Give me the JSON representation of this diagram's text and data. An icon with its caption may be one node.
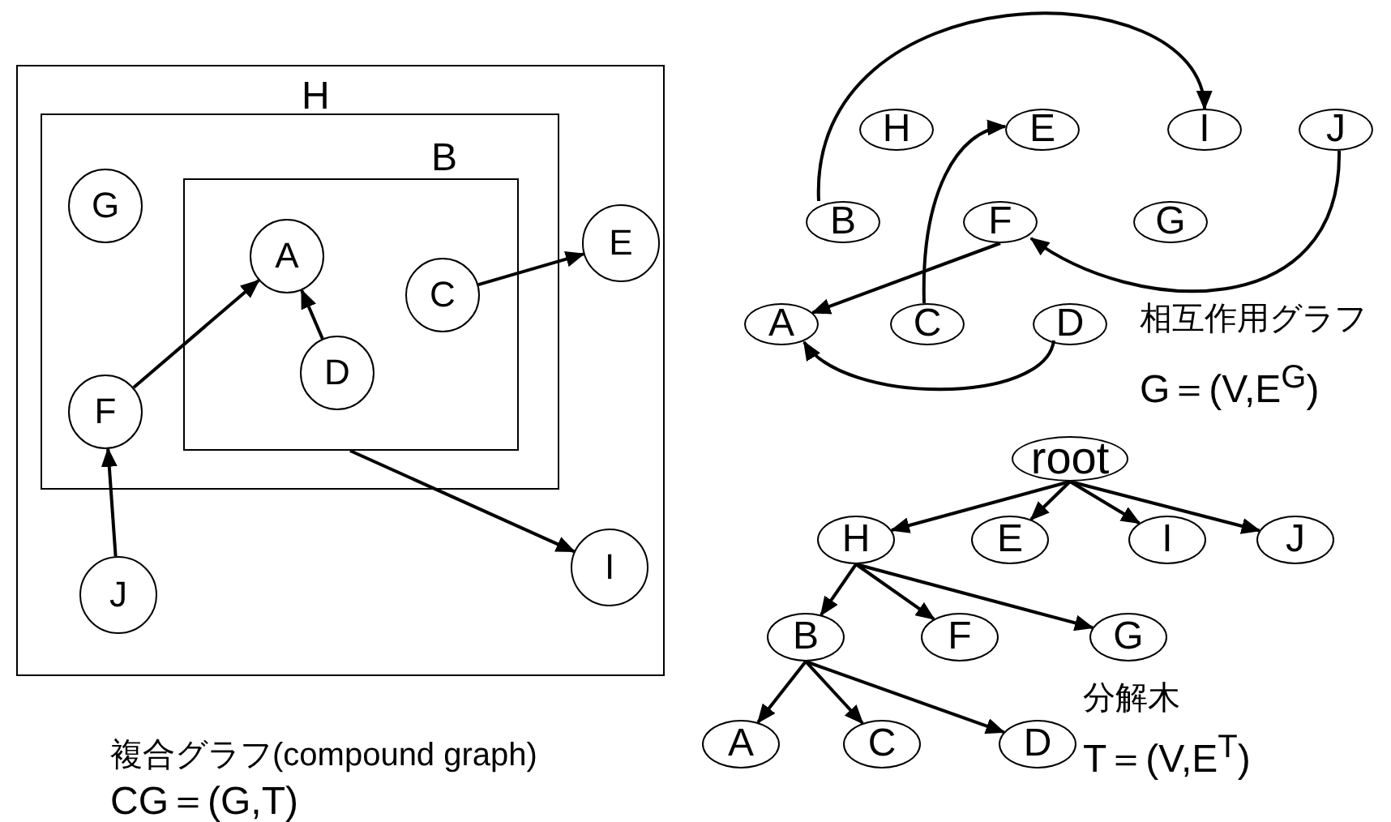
{
  "diagram": {
    "nodes": [
      {
        "text": [],
        "shape": "box"
      },
      {
        "text": [
          "H"
        ],
        "in": 0
      },
      {
        "text": [
          "B"
        ],
        "in": 1
      },
      {
        "text": [
          "G"
        ],
        "in": 1
      },
      {
        "text": [
          "A"
        ],
        "in": 2
      },
      {
        "text": [
          "C"
        ],
        "in": 2
      },
      {
        "text": [
          "D"
        ],
        "in": 2
      },
      {
        "text": [
          "F"
        ],
        "in": 1
      },
      {
        "text": [
          "E"
        ],
        "in": 0
      },
      {
        "text": [
          "J"
        ],
        "in": 0
      },
      {
        "text": [
          "I"
        ],
        "in": 0
      },
      {
        "text": [
          "H"
        ]
      },
      {
        "text": [
          "E"
        ]
      },
      {
        "text": [
          "I"
        ]
      },
      {
        "text": [
          "J"
        ]
      },
      {
        "text": [
          "B"
        ]
      },
      {
        "text": [
          "F"
        ]
      },
      {
        "text": [
          "G"
        ]
      },
      {
        "text": [
          "A"
        ]
      },
      {
        "text": [
          "C"
        ]
      },
      {
        "text": [
          "D"
        ]
      },
      {
        "text": [
          "root"
        ]
      },
      {
        "text": [
          "H"
        ]
      },
      {
        "text": [
          "E"
        ]
      },
      {
        "text": [
          "I"
        ]
      },
      {
        "text": [
          "J"
        ]
      },
      {
        "text": [
          "B"
        ]
      },
      {
        "text": [
          "F"
        ]
      },
      {
        "text": [
          "G"
        ]
      },
      {
        "text": [
          "A"
        ]
      },
      {
        "text": [
          "C"
        ]
      },
      {
        "text": [
          "D"
        ]
      }
    ],
    "edges": [
      {
        "from": 7,
        "to": 4,
        "arrow": "to"
      },
      {
        "from": 6,
        "to": 4,
        "arrow": "to"
      },
      {
        "from": 5,
        "to": 8,
        "arrow": "to"
      },
      {
        "from": 2,
        "to": 10,
        "arrow": "to"
      },
      {
        "from": 9,
        "to": 7,
        "arrow": "to"
      },
      {
        "from": 15,
        "to": 13,
        "arrow": "to"
      },
      {
        "from": 19,
        "to": 12,
        "arrow": "to"
      },
      {
        "from": 14,
        "to": 16,
        "arrow": "to"
      },
      {
        "from": 16,
        "to": 18,
        "arrow": "to"
      },
      {
        "from": 20,
        "to": 18,
        "arrow": "to"
      },
      {
        "from": 21,
        "to": 22,
        "arrow": "to"
      },
      {
        "from": 21,
        "to": 23,
        "arrow": "to"
      },
      {
        "from": 21,
        "to": 24,
        "arrow": "to"
      },
      {
        "from": 21,
        "to": 25,
        "arrow": "to"
      },
      {
        "from": 22,
        "to": 26,
        "arrow": "to"
      },
      {
        "from": 22,
        "to": 27,
        "arrow": "to"
      },
      {
        "from": 22,
        "to": 28,
        "arrow": "to"
      },
      {
        "from": 26,
        "to": 29,
        "arrow": "to"
      },
      {
        "from": 26,
        "to": 30,
        "arrow": "to"
      },
      {
        "from": 26,
        "to": 31,
        "arrow": "to"
      }
    ],
    "labels": [
      "相互作用グラフ",
      "G＝(V,E$^{G}$)",
      "分解木",
      "T＝(V,E$^{T}$)",
      "複合グラフ(compound graph)",
      "CG＝(G,T)"
    ]
  }
}
